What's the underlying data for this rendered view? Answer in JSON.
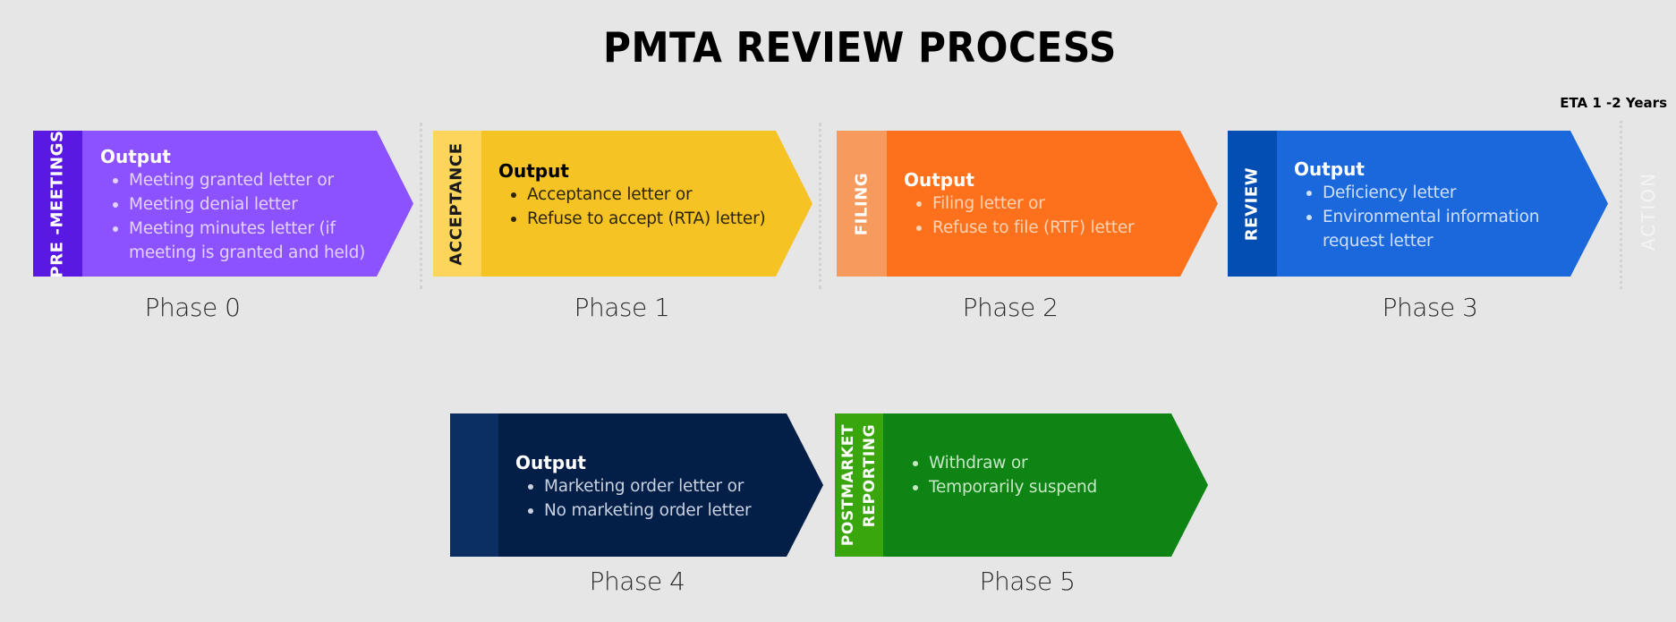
{
  "title": "PMTA REVIEW PROCESS",
  "eta": "ETA 1 -2 Years",
  "action_label": "ACTION",
  "colors": {
    "background": "#e6e6e6",
    "phase0_strip": "#5a19e3",
    "phase0_body": "#8c52ff",
    "phase1_strip": "#fcd55a",
    "phase1_body": "#f6c325",
    "phase2_strip": "#f69a5e",
    "phase2_body": "#fd711c",
    "phase3_strip": "#024eb2",
    "phase3_body": "#1b68dd",
    "phase4_strip": "#0c2f63",
    "phase4_body": "#031e47",
    "phase5_strip": "#3aa60d",
    "phase5_body": "#0e8414"
  },
  "phases": [
    {
      "stage": "PRE -MEETINGS",
      "heading": "Output",
      "items": [
        "Meeting granted letter or",
        "Meeting denial letter",
        "Meeting minutes letter (if meeting is granted and held)"
      ],
      "label": "Phase 0"
    },
    {
      "stage": "ACCEPTANCE",
      "heading": "Output",
      "items": [
        "Acceptance letter or",
        "Refuse to accept (RTA) letter)"
      ],
      "label": "Phase 1"
    },
    {
      "stage": "FILING",
      "heading": "Output",
      "items": [
        "Filing letter or",
        "Refuse to file (RTF) letter"
      ],
      "label": "Phase 2"
    },
    {
      "stage": "REVIEW",
      "heading": "Output",
      "items": [
        "Deficiency letter",
        "Environmental information request letter"
      ],
      "label": "Phase 3"
    },
    {
      "stage": "",
      "heading": "Output",
      "items": [
        "Marketing order letter or",
        "No marketing order letter"
      ],
      "label": "Phase 4"
    },
    {
      "stage_lines": [
        "POSTMARKET",
        "REPORTING"
      ],
      "heading": "",
      "items": [
        "Withdraw or",
        "Temporarily suspend"
      ],
      "label": "Phase 5"
    }
  ]
}
